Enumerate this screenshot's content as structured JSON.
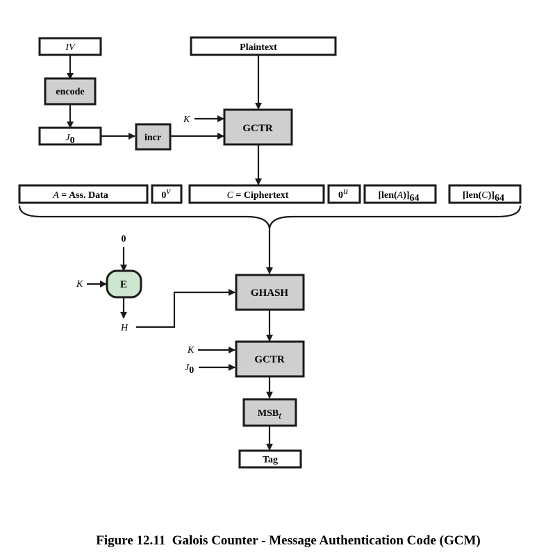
{
  "diagram": {
    "iv": "IV",
    "encode": "encode",
    "j0": "J",
    "j0_sub": "0",
    "incr": "incr",
    "plaintext": "Plaintext",
    "k": "K",
    "gctr": "GCTR",
    "ass_data_var": "A",
    "ass_data_text": " = Ass. Data",
    "pad_v_base": "0",
    "pad_v_sup": "v",
    "ciphertext_var": "C",
    "ciphertext_text": " = Ciphertext",
    "pad_u_base": "0",
    "pad_u_sup": "u",
    "lenA_pre": "[len(",
    "lenA_var": "A",
    "lenA_post": ")]",
    "lenA_sub": "64",
    "lenC_pre": "[len(",
    "lenC_var": "C",
    "lenC_post": ")]",
    "lenC_sub": "64",
    "zero": "0",
    "e": "E",
    "h": "H",
    "ghash": "GHASH",
    "msb": "MSB",
    "msb_sub": "t",
    "tag": "Tag"
  },
  "caption": "Figure 12.11  Galois Counter - Message Authentication Code (GCM)",
  "colors": {
    "gray_box": "#cfcfcf",
    "green_box": "#cde6cf",
    "stroke": "#1a1a1a"
  }
}
